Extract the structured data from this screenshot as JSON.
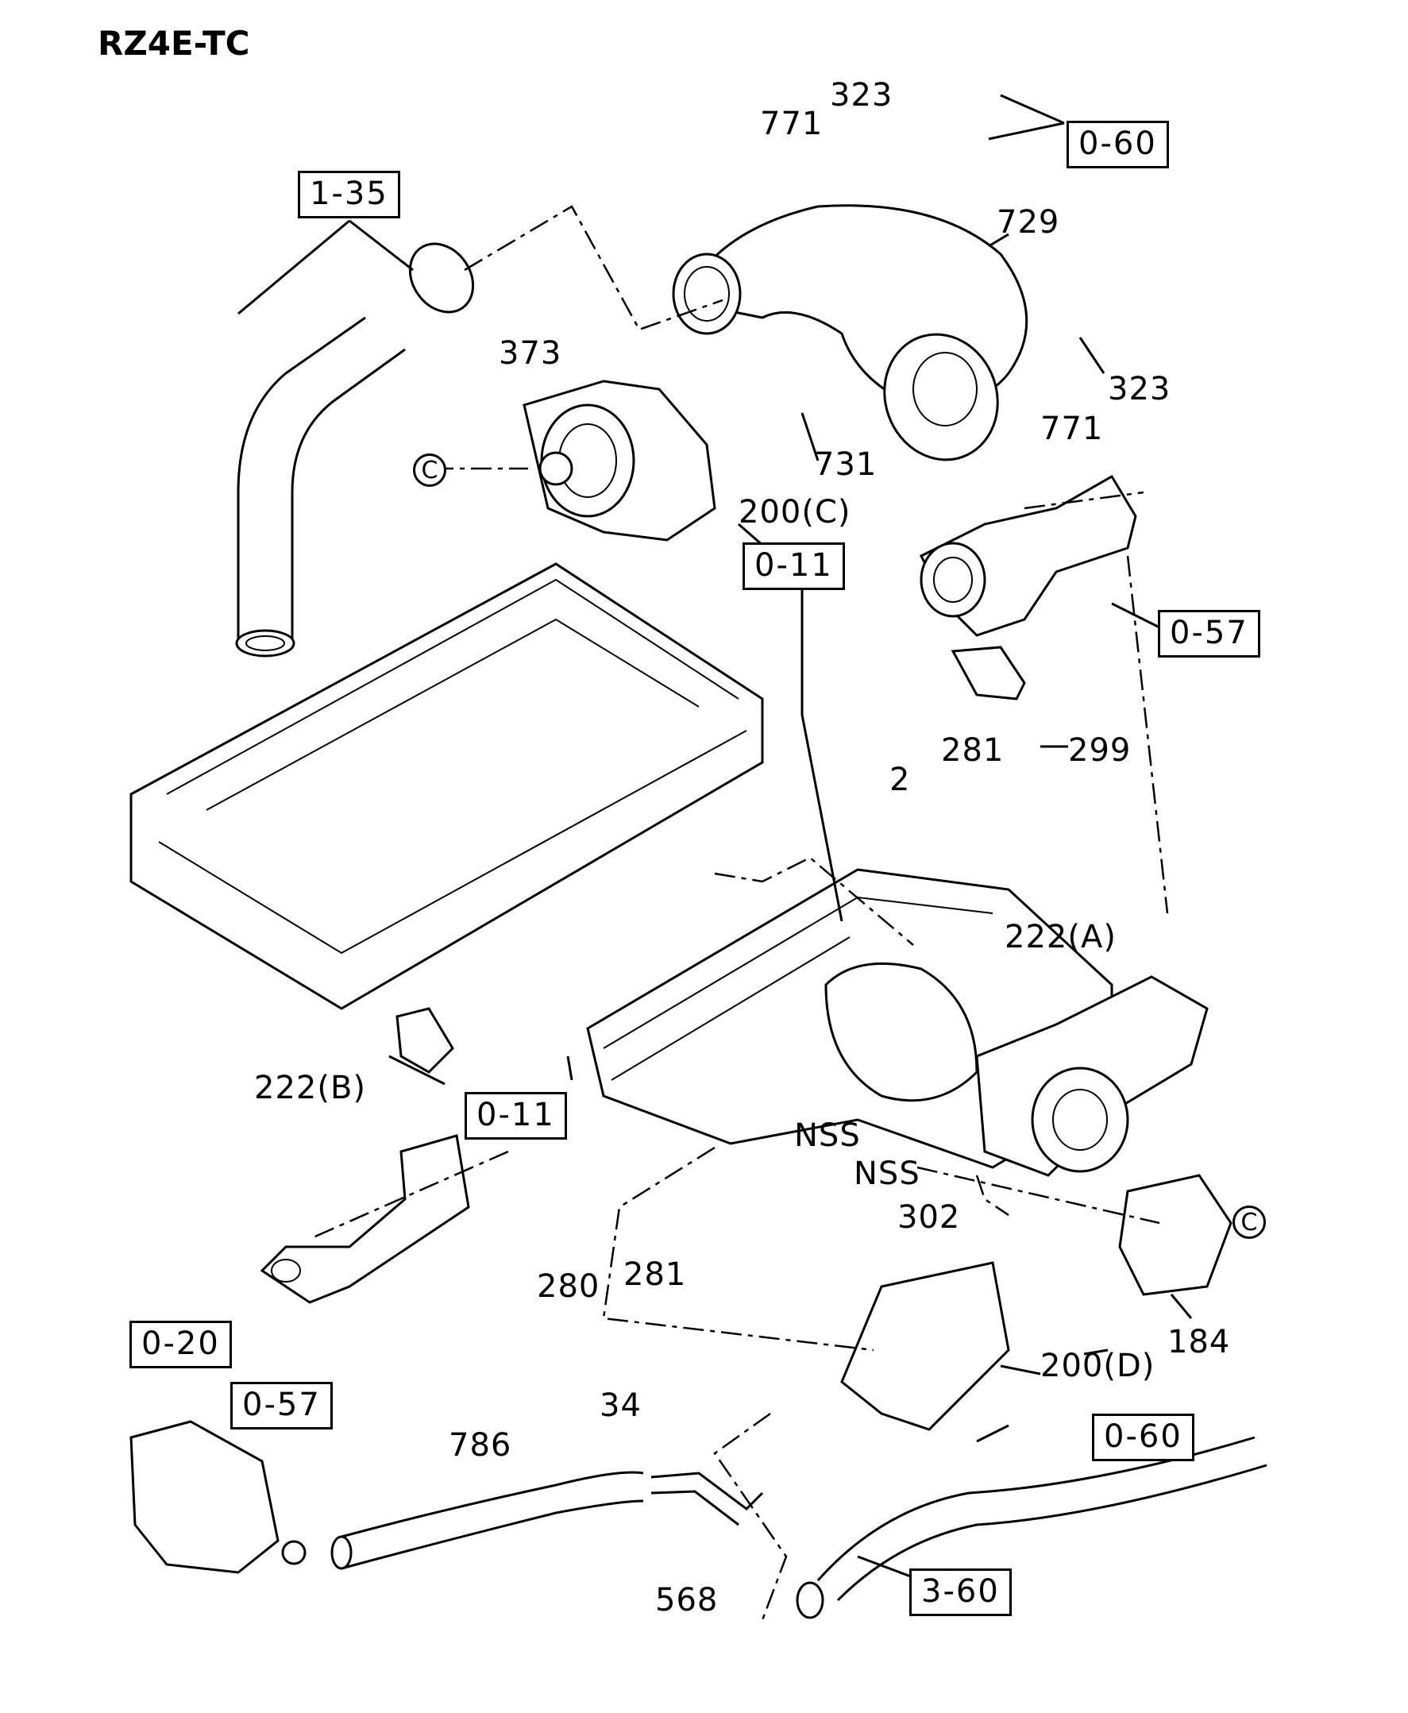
{
  "title": "RZ4E-TC",
  "labels": {
    "p771a": "771",
    "p323a": "323",
    "p729": "729",
    "p323b": "323",
    "p771b": "771",
    "p373": "373",
    "p731": "731",
    "p200c": "200(C)",
    "p281a": "281",
    "p299": "299",
    "p2": "2",
    "p222a": "222(A)",
    "p222b": "222(B)",
    "nss1": "NSS",
    "nss2": "NSS",
    "p302": "302",
    "p280": "280",
    "p281b": "281",
    "p184": "184",
    "p200d": "200(D)",
    "p34": "34",
    "p786": "786",
    "p568": "568"
  },
  "refs": {
    "r060a": "0-60",
    "r135": "1-35",
    "r011a": "0-11",
    "r057a": "0-57",
    "r011b": "0-11",
    "r020": "0-20",
    "r057b": "0-57",
    "r060b": "0-60",
    "r360": "3-60"
  },
  "circles": {
    "c1": "C",
    "c2": "C"
  }
}
